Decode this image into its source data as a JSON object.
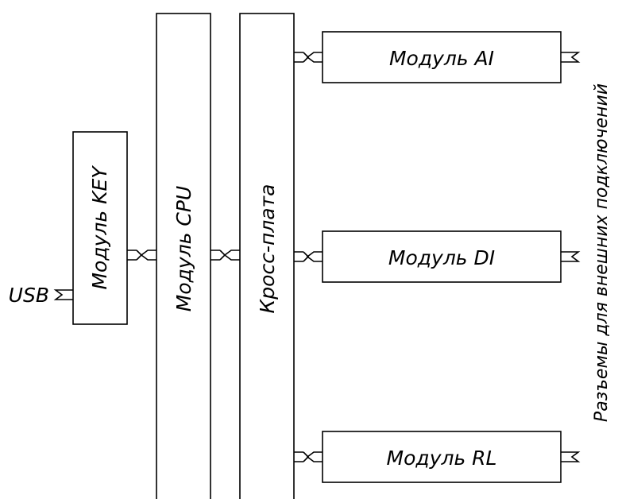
{
  "diagram": {
    "usb_label": "USB",
    "modules": {
      "key": "Модуль KEY",
      "cpu": "Модуль CPU",
      "cross": "Кросс-плата",
      "ai": "Модуль AI",
      "di": "Модуль DI",
      "rl": "Модуль RL"
    },
    "side_label": "Разъемы для внешних подключений"
  }
}
